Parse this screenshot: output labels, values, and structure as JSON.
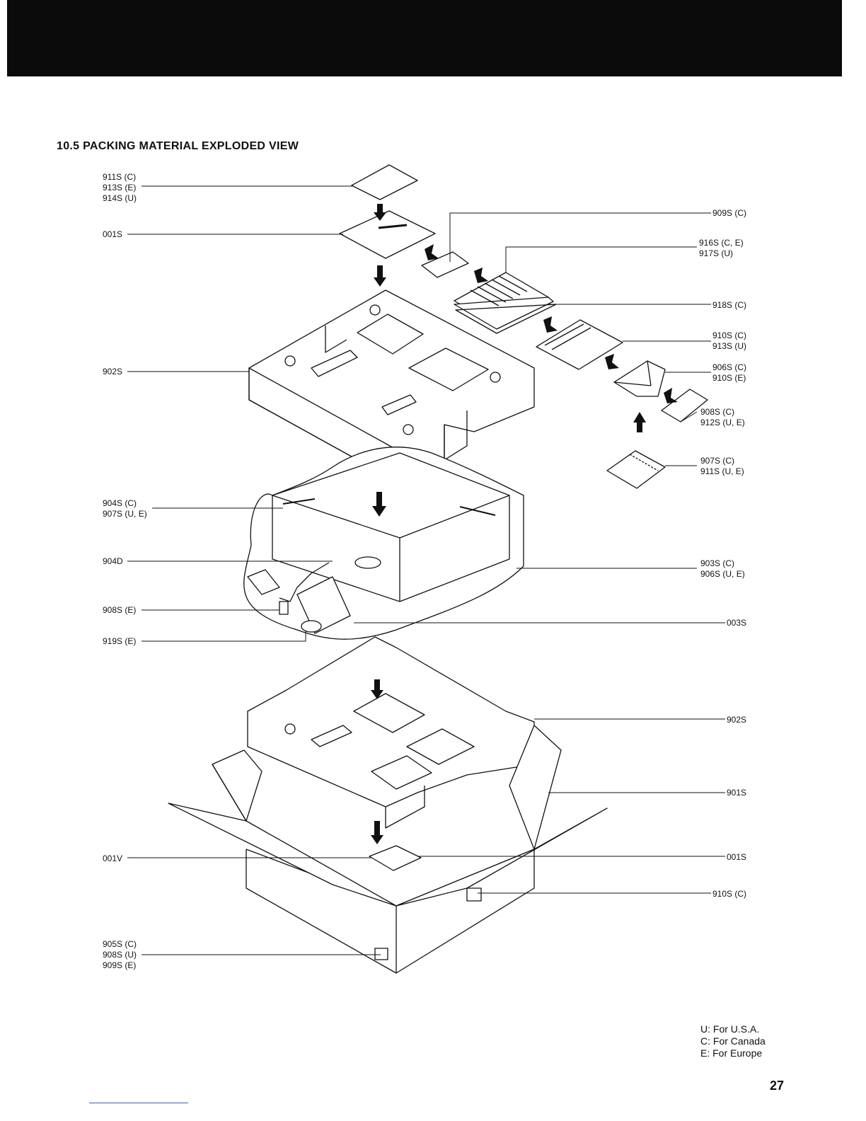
{
  "title": "10.5 PACKING MATERIAL EXPLODED VIEW",
  "labels": {
    "l_911s_top": [
      "911S (C)",
      "913S (E)",
      "914S (U)"
    ],
    "l_001s_top": [
      "001S"
    ],
    "l_909s_c": [
      "909S (C)"
    ],
    "l_916s": [
      "916S (C, E)",
      "917S (U)"
    ],
    "l_918s": [
      "918S (C)"
    ],
    "l_910s_913s": [
      "910S (C)",
      "913S (U)"
    ],
    "l_906s_910s": [
      "906S (C)",
      "910S (E)"
    ],
    "l_908s_912s": [
      "908S (C)",
      "912S (U, E)"
    ],
    "l_907s_911s": [
      "907S (C)",
      "911S (U, E)"
    ],
    "l_902s_top": [
      "902S"
    ],
    "l_904s": [
      "904S (C)",
      "907S (U, E)"
    ],
    "l_904d": [
      "904D"
    ],
    "l_903s": [
      "903S (C)",
      "906S (U, E)"
    ],
    "l_908s_e": [
      "908S (E)"
    ],
    "l_003s": [
      "003S"
    ],
    "l_919s": [
      "919S (E)"
    ],
    "l_902s_bottom": [
      "902S"
    ],
    "l_901s": [
      "901S"
    ],
    "l_001v": [
      "001V"
    ],
    "l_001s_bottom": [
      "001S"
    ],
    "l_910s_c": [
      "910S (C)"
    ],
    "l_905s": [
      "905S (C)",
      "908S (U)",
      "909S (E)"
    ]
  },
  "legend": [
    "U: For U.S.A.",
    "C: For Canada",
    "E: For Europe"
  ],
  "page_number": "27"
}
